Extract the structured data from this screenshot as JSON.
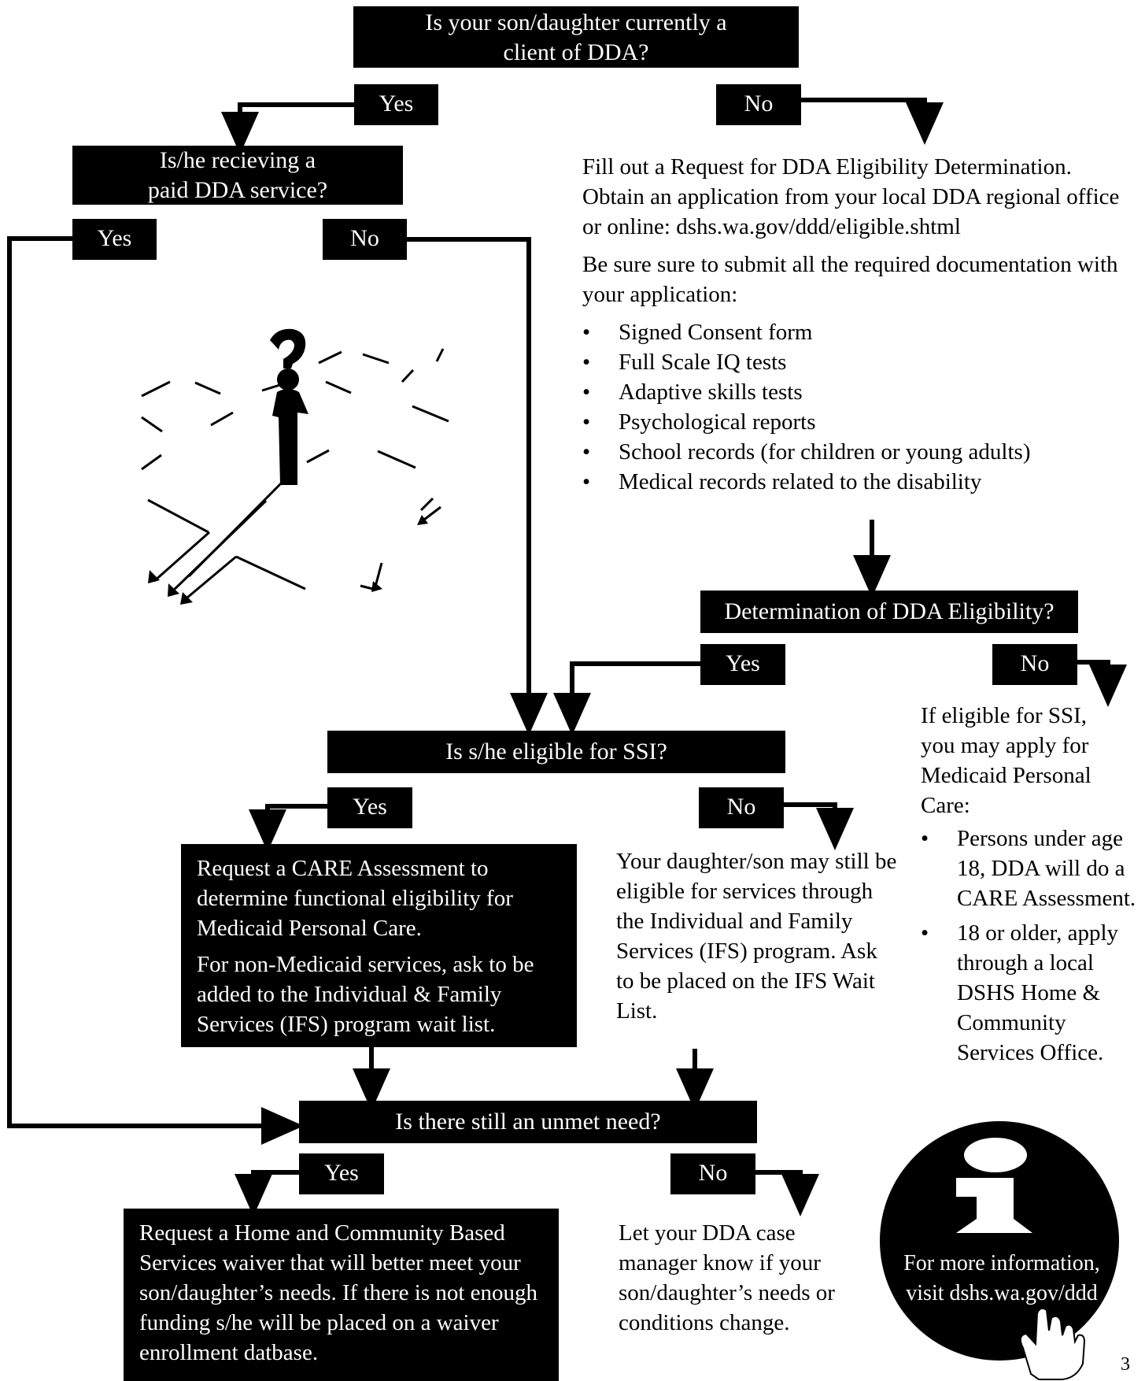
{
  "q1": {
    "line1": "Is your son/daughter currently a",
    "line2": "client of DDA?"
  },
  "q1_yes": "Yes",
  "q1_no": "No",
  "q2": {
    "line1": "Is/he recieving a",
    "line2": "paid DDA service?"
  },
  "q2_yes": "Yes",
  "q2_no": "No",
  "right_block": {
    "para1": "Fill out a Request for DDA Eligibility Determination. Obtain an application from your local DDA regional office or online: dshs.wa.gov/ddd/eligible.shtml",
    "para2": "Be sure sure to submit all the required documentation with your application:",
    "bullets": [
      "Signed Consent form",
      "Full Scale IQ tests",
      "Adaptive skills tests",
      "Psychological reports",
      "School records (for children or young adults)",
      "Medical records related to the disability"
    ]
  },
  "q_elig": "Determination of DDA Eligibility?",
  "elig_yes": "Yes",
  "elig_no": "No",
  "ssi_block": {
    "intro": "If eligible for SSI, you may apply for Medicaid Personal Care:",
    "bullets": [
      "Persons under age 18, DDA will do a CARE Assessment.",
      "18 or older, apply through a local DSHS Home & Community Services Office."
    ]
  },
  "q_ssi": "Is s/he eligible for SSI?",
  "ssi_yes": "Yes",
  "ssi_no": "No",
  "care_box": {
    "para1": "Request a CARE Assessment to determine functional eligibility for Medicaid Personal Care.",
    "para2": "For non-Medicaid services, ask to be added to the Individual & Family Services (IFS) program wait list."
  },
  "ifs_text": "Your daughter/son may still be eligible for services through the Individual and Family Services (IFS) program. Ask to be placed on the IFS Wait List.",
  "q_unmet": "Is there still an unmet need?",
  "unmet_yes": "Yes",
  "unmet_no": "No",
  "waiver_box": "Request a Home and Community Based Services waiver that will better meet your son/daughter’s needs. If there is not enough funding s/he will be placed on a waiver enrollment datbase.",
  "case_mgr_text": "Let your DDA case manager know if your son/daughter’s needs or conditions change.",
  "info": {
    "line1": "For more information,",
    "line2": "visit dshs.wa.gov/ddd"
  },
  "page_number": "3",
  "colors": {
    "ink": "#000000",
    "paper": "#ffffff"
  }
}
